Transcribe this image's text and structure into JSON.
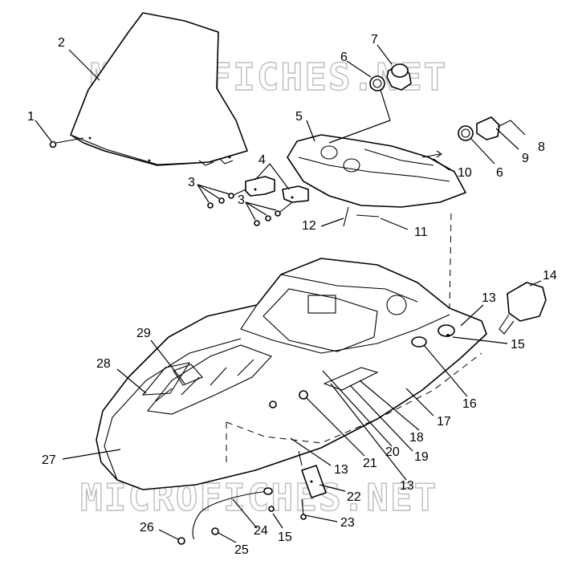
{
  "watermark": {
    "text": "MICROFICHES.NET"
  },
  "callouts": [
    "1",
    "2",
    "3",
    "3",
    "4",
    "5",
    "6",
    "6",
    "7",
    "8",
    "9",
    "10",
    "11",
    "12",
    "13",
    "13",
    "13",
    "14",
    "15",
    "15",
    "16",
    "17",
    "18",
    "19",
    "20",
    "21",
    "22",
    "23",
    "24",
    "25",
    "26",
    "27",
    "28",
    "29"
  ]
}
